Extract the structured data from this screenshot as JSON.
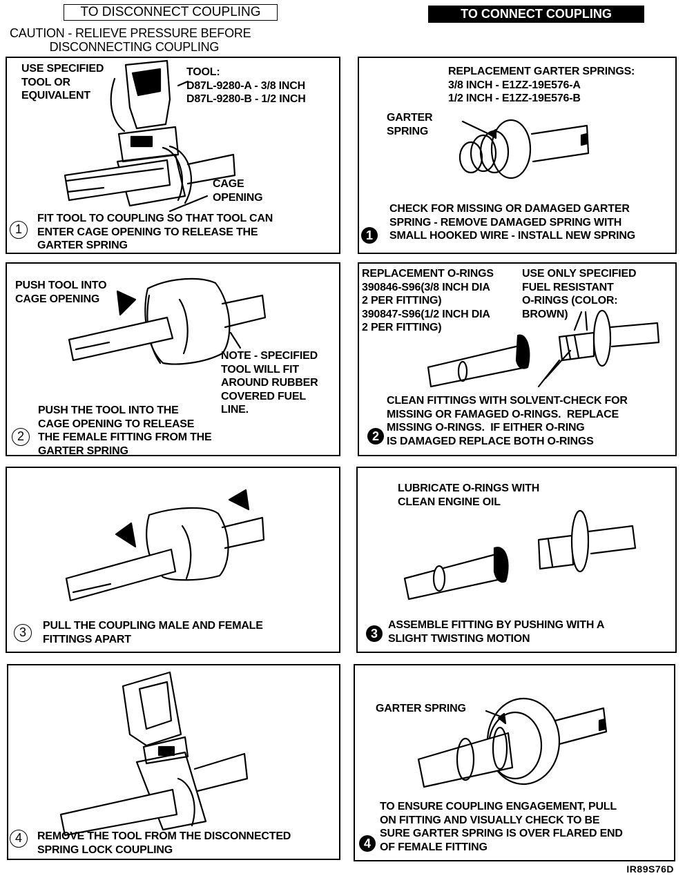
{
  "headers": {
    "disconnect": "TO DISCONNECT COUPLING",
    "connect": "TO CONNECT COUPLING"
  },
  "caution": "CAUTION - RELIEVE PRESSURE BEFORE\n            DISCONNECTING COUPLING",
  "disconnect_steps": [
    {
      "number": "1",
      "number_style": "outlined-circle",
      "labels": {
        "use_tool": "USE SPECIFIED\nTOOL OR\nEQUIVALENT",
        "tool": "TOOL:\nD87L-9280-A - 3/8 INCH\nD87L-9280-B - 1/2 INCH",
        "cage": "CAGE\nOPENING"
      },
      "caption": "FIT TOOL TO COUPLING SO THAT TOOL CAN\nENTER CAGE OPENING TO RELEASE THE\nGARTER SPRING"
    },
    {
      "number": "2",
      "number_style": "outlined-circle",
      "labels": {
        "push": "PUSH TOOL INTO\nCAGE OPENING",
        "note": "NOTE - SPECIFIED\nTOOL WILL FIT\nAROUND RUBBER\nCOVERED FUEL\nLINE."
      },
      "caption": "PUSH THE TOOL INTO THE\nCAGE OPENING TO RELEASE\nTHE FEMALE FITTING FROM THE\nGARTER SPRING"
    },
    {
      "number": "3",
      "number_style": "outlined-circle",
      "labels": {},
      "caption": "PULL THE COUPLING MALE AND FEMALE\nFITTINGS APART"
    },
    {
      "number": "4",
      "number_style": "outlined-circle",
      "labels": {},
      "caption": "REMOVE THE TOOL FROM THE DISCONNECTED\nSPRING LOCK COUPLING"
    }
  ],
  "connect_steps": [
    {
      "number": "1",
      "number_style": "filled-circle",
      "labels": {
        "springs": "REPLACEMENT GARTER SPRINGS:\n3/8 INCH - E1ZZ-19E576-A\n1/2 INCH - E1ZZ-19E576-B",
        "garter": "GARTER\nSPRING"
      },
      "caption": "CHECK FOR MISSING OR DAMAGED GARTER\nSPRING - REMOVE DAMAGED SPRING WITH\nSMALL HOOKED WIRE - INSTALL NEW SPRING"
    },
    {
      "number": "2",
      "number_style": "filled-circle",
      "labels": {
        "orings": "REPLACEMENT O-RINGS\n390846-S96(3/8 INCH DIA\n2 PER FITTING)\n390847-S96(1/2 INCH DIA\n2 PER FITTING)",
        "specified": "USE ONLY SPECIFIED\nFUEL RESISTANT\nO-RINGS (COLOR:\nBROWN)"
      },
      "caption": "CLEAN FITTINGS WITH SOLVENT-CHECK FOR\nMISSING OR FAMAGED O-RINGS.  REPLACE\nMISSING O-RINGS.  IF EITHER O-RING\nIS DAMAGED REPLACE BOTH O-RINGS"
    },
    {
      "number": "3",
      "number_style": "filled-circle",
      "labels": {
        "lubricate": "LUBRICATE O-RINGS WITH\nCLEAN ENGINE OIL"
      },
      "caption": "ASSEMBLE FITTING BY PUSHING WITH A\nSLIGHT TWISTING MOTION"
    },
    {
      "number": "4",
      "number_style": "filled-circle",
      "labels": {
        "garter": "GARTER SPRING"
      },
      "caption": "TO ENSURE COUPLING ENGAGEMENT, PULL\nON FITTING AND VISUALLY CHECK TO BE\nSURE GARTER SPRING IS OVER FLARED END\nOF FEMALE FITTING"
    }
  ],
  "figure_id": "IR89S76D"
}
